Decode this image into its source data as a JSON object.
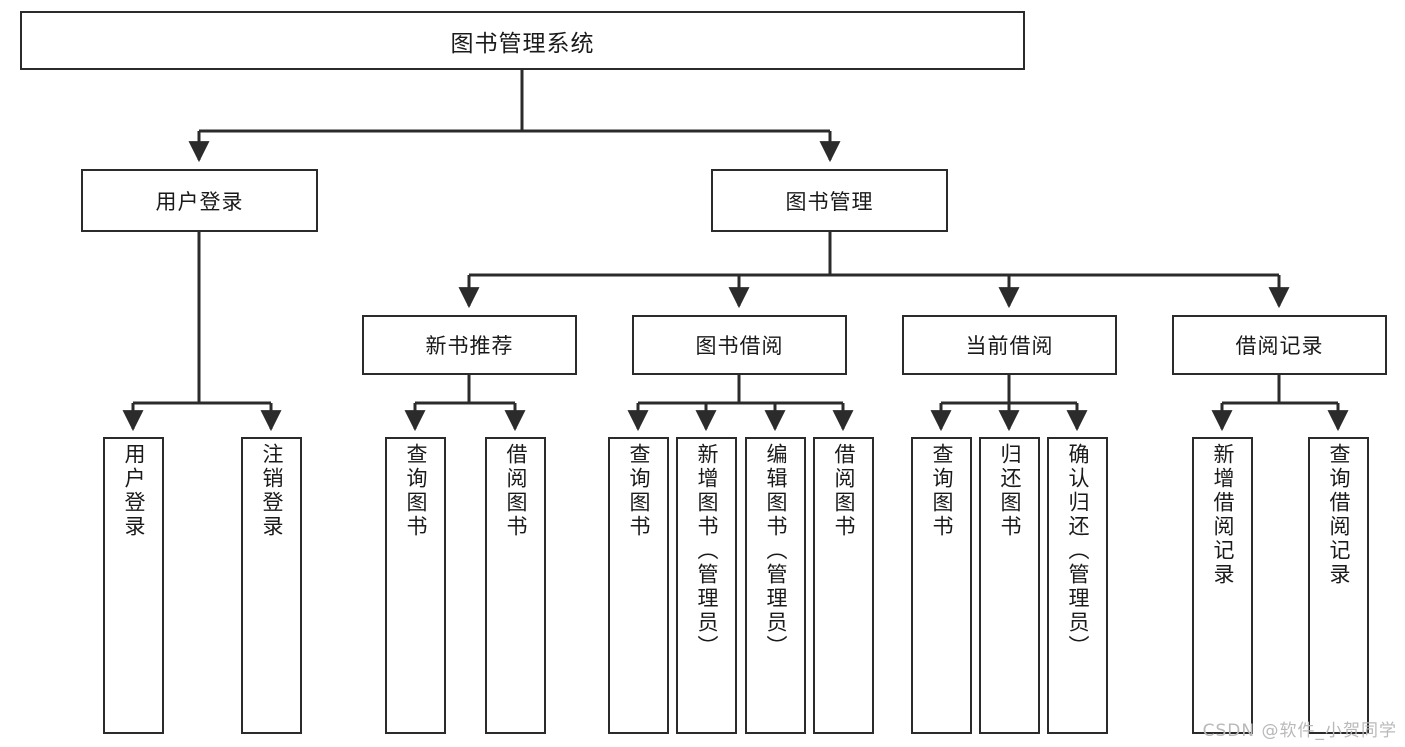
{
  "diagram": {
    "type": "tree-hierarchy",
    "title": "图书管理系统",
    "watermark": "CSDN @软件_小贺同学",
    "colors": {
      "border": "#2b2b2b",
      "background": "#ffffff",
      "text": "#1a1a1a",
      "watermark": "#b9b9b9"
    },
    "root": {
      "label": "图书管理系统"
    },
    "level2": [
      {
        "label": "用户登录"
      },
      {
        "label": "图书管理"
      }
    ],
    "level3": [
      {
        "label": "新书推荐"
      },
      {
        "label": "图书借阅"
      },
      {
        "label": "当前借阅"
      },
      {
        "label": "借阅记录"
      }
    ],
    "leaves": {
      "user_login": [
        {
          "label": "用户登录"
        },
        {
          "label": "注销登录"
        }
      ],
      "new_book_rec": [
        {
          "label": "查询图书"
        },
        {
          "label": "借阅图书"
        }
      ],
      "book_borrow": [
        {
          "label": "查询图书"
        },
        {
          "label": "新增图书（管理员）"
        },
        {
          "label": "编辑图书（管理员）"
        },
        {
          "label": "借阅图书"
        }
      ],
      "current_borrow": [
        {
          "label": "查询图书"
        },
        {
          "label": "归还图书"
        },
        {
          "label": "确认归还（管理员）"
        }
      ],
      "borrow_record": [
        {
          "label": "新增借阅记录"
        },
        {
          "label": "查询借阅记录"
        }
      ]
    }
  }
}
